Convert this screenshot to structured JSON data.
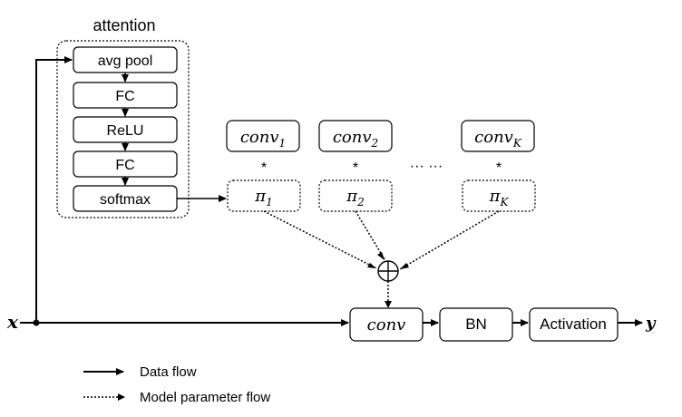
{
  "attention": {
    "title": "attention",
    "blocks": [
      "avg pool",
      "FC",
      "ReLU",
      "FC",
      "softmax"
    ]
  },
  "kernels": {
    "conv_base": "conv",
    "pi_base": "π",
    "multiply": "*",
    "ellipsis": "···  ···",
    "subscripts": [
      "1",
      "2",
      "K"
    ]
  },
  "pipeline": {
    "input": "x",
    "conv": "conv",
    "bn": "BN",
    "activation": "Activation",
    "output": "y",
    "sum_symbol": "⊕"
  },
  "legend": {
    "data_flow": "Data flow",
    "param_flow": "Model parameter flow"
  }
}
